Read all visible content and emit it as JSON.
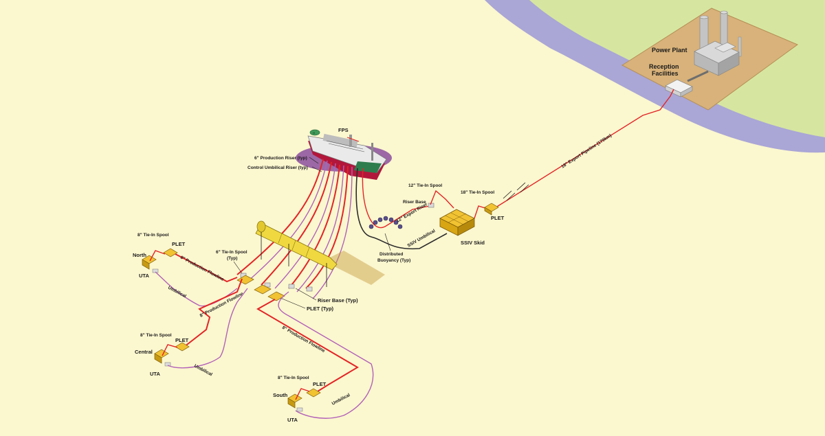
{
  "labels": {
    "fps": "FPS",
    "production_riser": "6\" Production Riser (typ)",
    "control_umbilical_riser": "Control Umbilical Riser (typ)",
    "power_plant": "Power Plant",
    "reception_facilities_1": "Reception",
    "reception_facilities_2": "Facilities",
    "export_pipeline": "18\" Export Pipeline (170km)",
    "tiein_12": "12\" Tie-In Spool",
    "tiein_18": "18\" Tie-In Spool",
    "riser_base": "Riser Base",
    "export_riser": "12\" Export Riser",
    "plet_export": "PLET",
    "ssiv_skid": "SSIV Skid",
    "ssiv_umbilical": "SSIV Umbilical",
    "distributed_buoyancy_1": "Distributed",
    "distributed_buoyancy_2": "Buoyancy (Typ)",
    "north_tiein": "8\" Tie-In Spool",
    "north_plet": "PLET",
    "north_name": "North",
    "north_uta": "UTA",
    "north_flowline": "8\" Production Flowline",
    "north_umbilical": "Umbilical",
    "mid_tiein_1": "6\" Tie-In Spool",
    "mid_tiein_2": "(Typ)",
    "central_flowline": "8\" Production Flowline",
    "riser_base_typ": "Riser Base (Typ)",
    "plet_typ": "PLET (Typ)",
    "central_tiein": "8\" Tie-In Spool",
    "central_plet": "PLET",
    "central_name": "Central",
    "central_uta": "UTA",
    "central_umbilical": "Umbilical",
    "south_flowline": "8\" Production Flowline",
    "south_tiein": "8\" Tie-In Spool",
    "south_plet": "PLET",
    "south_name": "South",
    "south_uta": "UTA",
    "south_umbilical": "Umbilical"
  },
  "colors": {
    "sea": "#fbf7cf",
    "water": "#aaa6d6",
    "land": "#d6e6a0",
    "site": "#d8b27a",
    "pipeline": "#e32426",
    "umbilical": "#b261b8",
    "buoy": "#f0d940"
  }
}
